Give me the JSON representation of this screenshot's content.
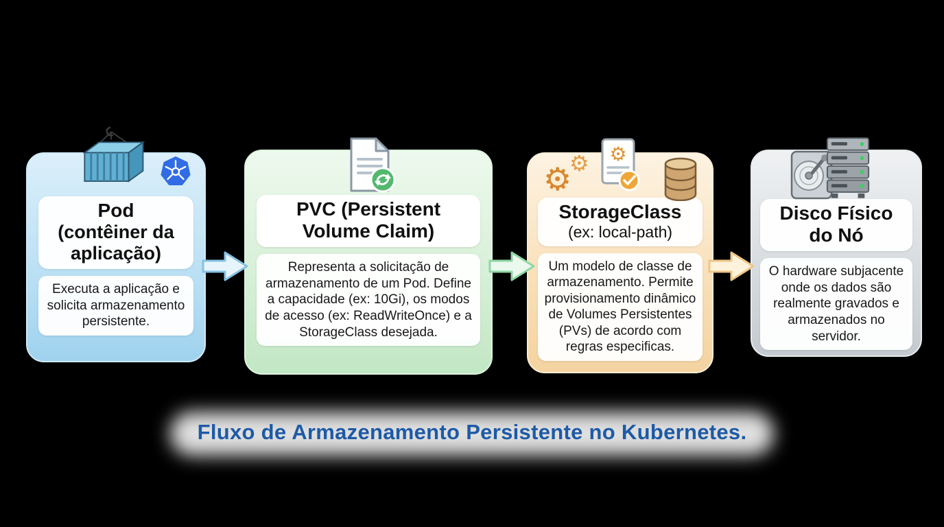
{
  "background_color": "#000000",
  "caption": "Fluxo de Armazenamento Persistente no Kubernetes.",
  "caption_color": "#1d5aa7",
  "cards": [
    {
      "name": "pod",
      "title": "Pod",
      "subtitle": "(contêiner da aplicação)",
      "description": "Executa a aplicação e solicita armazenamento persistente.",
      "accent_color": "#a9d9f2",
      "icons": [
        "cargo-container-icon",
        "kubernetes-helm-icon"
      ]
    },
    {
      "name": "pvc",
      "title": "PVC (Persistent Volume Claim)",
      "description": "Representa a solicitação de armazenamento de um Pod. Define a capacidade (ex: 10Gi), os modos de acesso (ex: ReadWriteOnce) e a StorageClass desejada.",
      "accent_color": "#9bdcad",
      "icons": [
        "document-sync-icon"
      ]
    },
    {
      "name": "storageclass",
      "title": "StorageClass",
      "subtitle": "(ex: local-path)",
      "description": "Um modelo de classe de armazenamento. Permite provisionamento dinâmico de Volumes Persistentes (PVs) de acordo com regras especificas.",
      "accent_color": "#f2c285",
      "icons": [
        "gears-icon",
        "document-gear-check-icon",
        "database-icon"
      ]
    },
    {
      "name": "disk",
      "title": "Disco Físico do Nó",
      "description": "O hardware subjacente onde os dados são realmente gravados e armazenados no servidor.",
      "accent_color": "#b9c0c6",
      "icons": [
        "hard-drive-icon",
        "server-rack-icon"
      ]
    }
  ],
  "arrows": [
    {
      "name": "pod-to-pvc",
      "fill": "#e8f4fb",
      "stroke": "#85c1e3"
    },
    {
      "name": "pvc-to-storageclass",
      "fill": "#eaf8ee",
      "stroke": "#8ed6a4"
    },
    {
      "name": "storageclass-to-disk",
      "fill": "#fdf3dc",
      "stroke": "#eec687"
    }
  ]
}
